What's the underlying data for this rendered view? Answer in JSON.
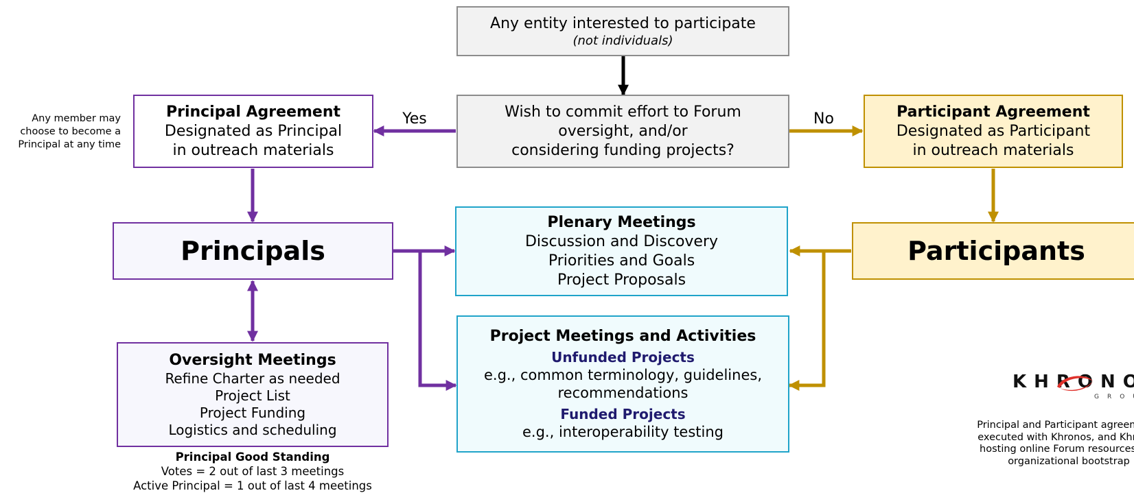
{
  "colors": {
    "purple": "#7030a0",
    "gold": "#bf9000",
    "black": "#000000",
    "cyan_border": "#1fa3c9",
    "navy": "#1f1a6e"
  },
  "entry": {
    "line1": "Any entity interested to participate",
    "line2": "(not individuals)"
  },
  "decision": {
    "line1": "Wish to commit effort to Forum",
    "line2": "oversight, and/or",
    "line3": "considering funding projects?"
  },
  "yes_label": "Yes",
  "no_label": "No",
  "principal_agreement": {
    "title": "Principal Agreement",
    "line1": "Designated as Principal",
    "line2": "in outreach materials"
  },
  "participant_agreement": {
    "title": "Participant Agreement",
    "line1": "Designated as Participant",
    "line2": "in outreach materials"
  },
  "side_note": {
    "line1": "Any member may",
    "line2": "choose to become a",
    "line3": "Principal at any time"
  },
  "principals": "Principals",
  "participants": "Participants",
  "plenary": {
    "title": "Plenary Meetings",
    "line1": "Discussion and Discovery",
    "line2": "Priorities and Goals",
    "line3": "Project Proposals"
  },
  "project_meetings": {
    "title": "Project Meetings and Activities",
    "unfunded_title": "Unfunded Projects",
    "unfunded_line1": "e.g., common terminology, guidelines,",
    "unfunded_line2": "recommendations",
    "funded_title": "Funded Projects",
    "funded_line1": "e.g., interoperability testing"
  },
  "oversight": {
    "title": "Oversight Meetings",
    "line1": "Refine Charter as needed",
    "line2": "Project List",
    "line3": "Project Funding",
    "line4": "Logistics and scheduling"
  },
  "good_standing": {
    "title": "Principal Good Standing",
    "line1": "Votes = 2 out of last 3 meetings",
    "line2": "Active Principal = 1 out of last 4 meetings"
  },
  "khronos": {
    "logo_text": "KHRONOS",
    "logo_sub": "GROUP",
    "note_line1": "Principal and Participant agreements",
    "note_line2": "executed with Khronos, and Khronos",
    "note_line3": "hosting online Forum resources and",
    "note_line4": "organizational bootstrap"
  }
}
